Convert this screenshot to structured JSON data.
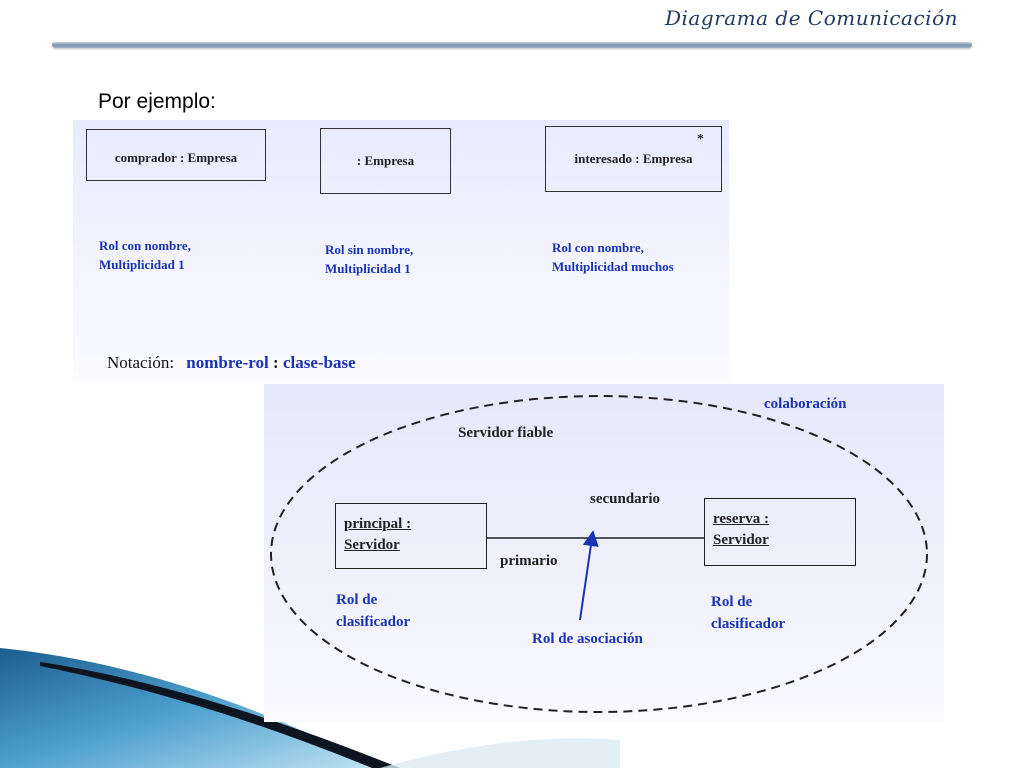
{
  "header": {
    "title": "Diagrama de Comunicación"
  },
  "intro": "Por ejemplo:",
  "roles_panel": {
    "boxes": [
      {
        "label": "comprador : Empresa",
        "desc_line1": "Rol con nombre,",
        "desc_line2": "Multiplicidad 1",
        "multiplicity": ""
      },
      {
        "label": ": Empresa",
        "desc_line1": "Rol sin nombre,",
        "desc_line2": "Multiplicidad 1",
        "multiplicity": ""
      },
      {
        "label": "interesado : Empresa",
        "desc_line1": "Rol con nombre,",
        "desc_line2": "Multiplicidad muchos",
        "multiplicity": "*"
      }
    ],
    "notation": {
      "prefix": "Notación:",
      "role": "nombre-rol",
      "sep": " : ",
      "base": "clase-base"
    }
  },
  "collab_panel": {
    "collaboration": "colaboración",
    "name": "Servidor fiable",
    "left_object": {
      "line1": "principal :",
      "line2": "Servidor"
    },
    "right_object": {
      "line1": "reserva :",
      "line2": "Servidor"
    },
    "end_label_right": "secundario",
    "end_label_left": "primario",
    "classifier_left": {
      "line1": "Rol de",
      "line2": "clasificador"
    },
    "classifier_right": {
      "line1": "Rol de",
      "line2": "clasificador"
    },
    "association": "Rol de asociación"
  },
  "colors": {
    "annotation_blue": "#1a33b3",
    "title_blue": "#1f3a5f"
  }
}
